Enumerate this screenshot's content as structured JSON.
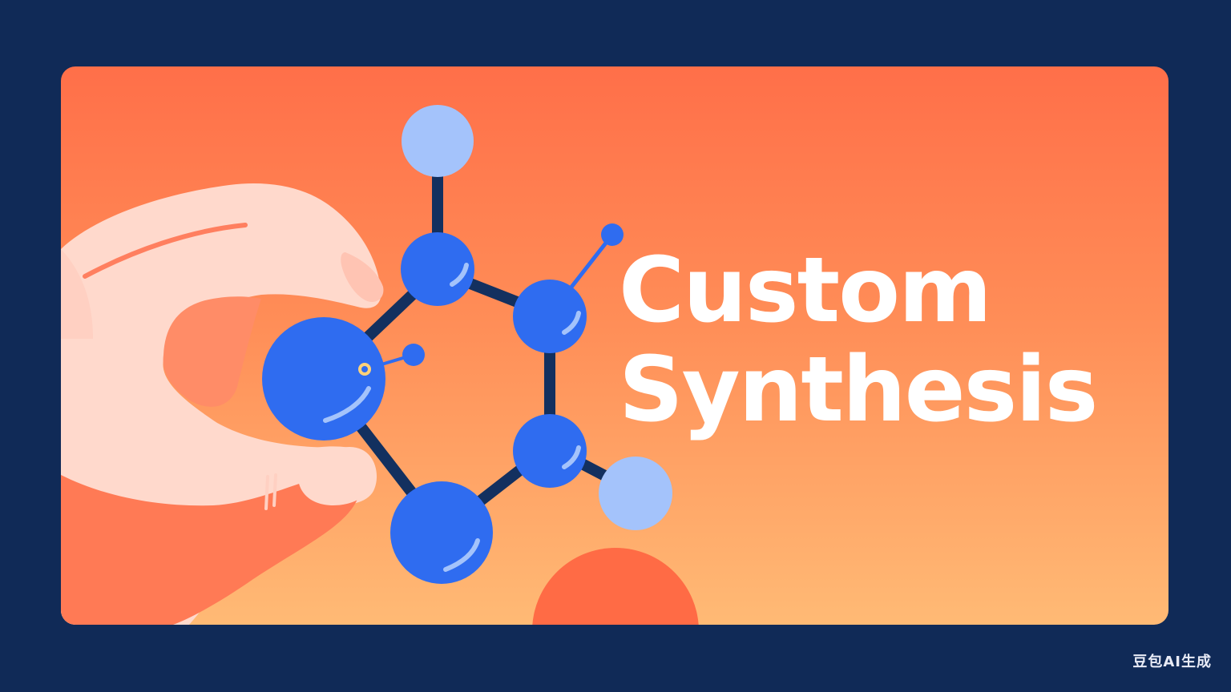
{
  "colors": {
    "background": "#102a57",
    "card_top": "#ff6f49",
    "card_bottom": "#ffba75",
    "atom_primary": "#2f6cf0",
    "atom_light": "#a4c3fb",
    "bond": "#13305f",
    "hand_skin": "#ffd9cc",
    "accent_orange": "#ff6a45"
  },
  "icons": {
    "hand": "hand-icon",
    "molecule": "molecule-icon",
    "sun": "sun-shape"
  },
  "hero": {
    "title_line1": "Custom",
    "title_line2": "Synthesis"
  },
  "watermark": {
    "label": "豆包AI生成"
  }
}
